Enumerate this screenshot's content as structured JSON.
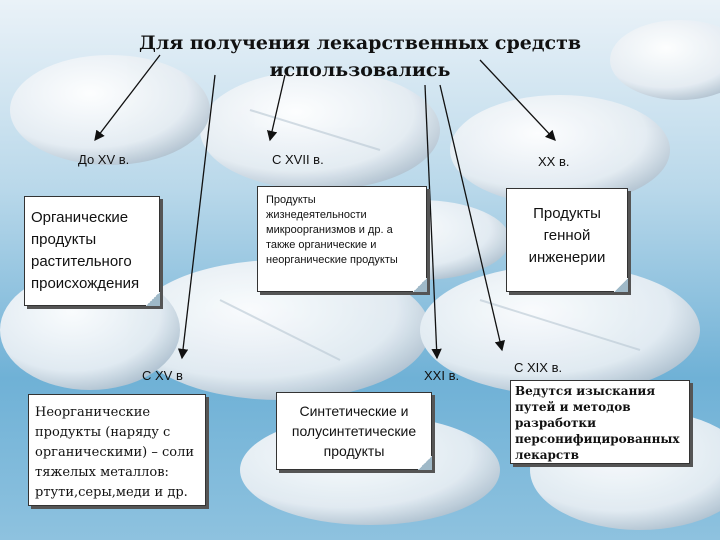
{
  "title": "Для получения лекарственных средств использовались",
  "eras": {
    "before_15": "До XV в.",
    "from_17": "С XVII в.",
    "c20": "XX в.",
    "from_15": "С XV в",
    "c21": "XXI в.",
    "from_19": "С XIX в."
  },
  "cards": {
    "plant": "Органические продукты растительного происхождения",
    "microbe": "Продукты жизнедеятельности микроорганизмов и др. а также органические и неорганические продукты",
    "genetic": "Продукты генной инженерии",
    "inorganic": "Неорганические продукты (наряду с органическими) – соли тяжелых металлов: ртути,серы,меди и др.",
    "synthetic": "Синтетические и полусинтетические продукты",
    "personalized": "Ведутся изыскания путей и методов разработки персонифицированных лекарств"
  },
  "colors": {
    "background_top": "#e8f1f7",
    "background_mid": "#7fb8d6",
    "pill": "#f3f6f9",
    "arrow": "#111111"
  },
  "background_icon": "pills-photo"
}
